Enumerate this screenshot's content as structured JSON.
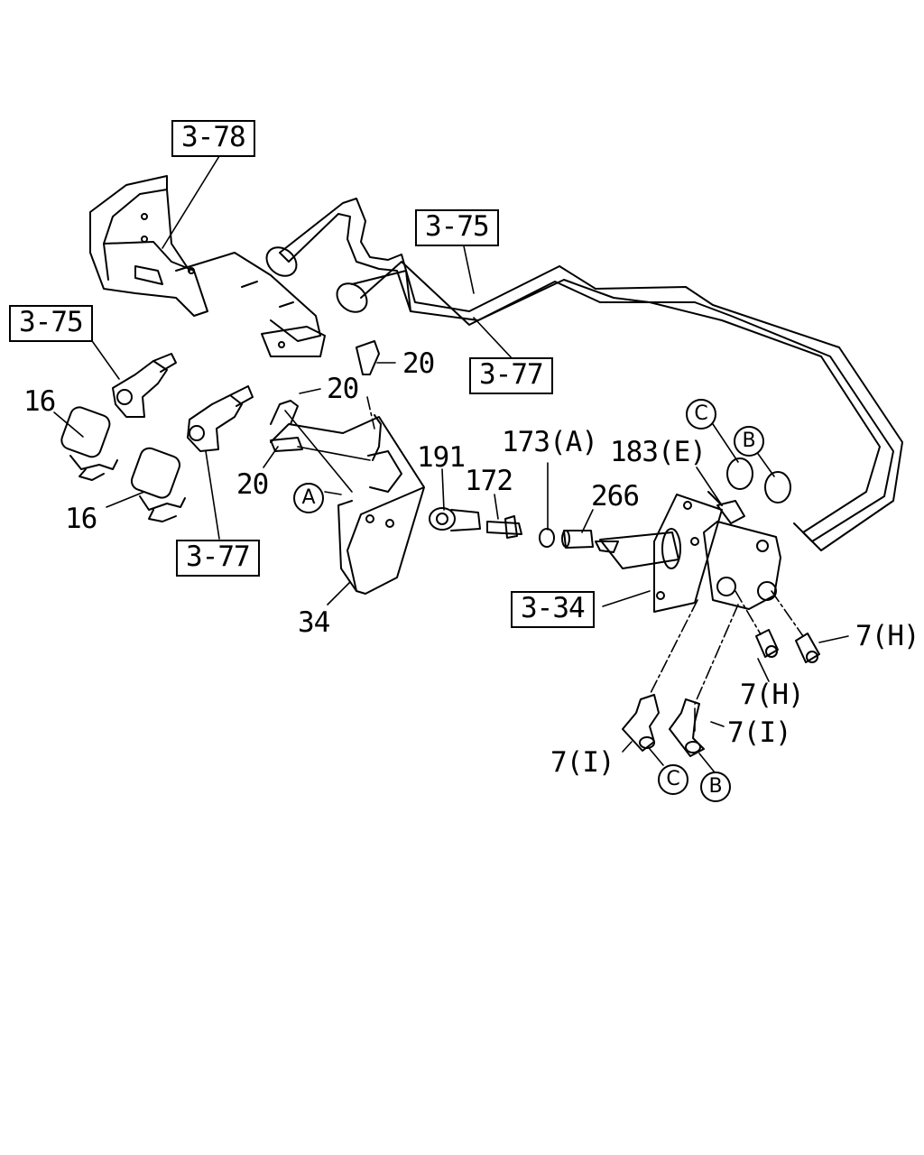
{
  "diagram": {
    "ref_boxes": {
      "r378": "3-78",
      "r375_top": "3-75",
      "r375_left": "3-75",
      "r377_mid": "3-77",
      "r377_bottom": "3-77",
      "r334": "3-34"
    },
    "part_labels": {
      "p16_a": "16",
      "p16_b": "16",
      "p20_a": "20",
      "p20_b": "20",
      "p20_c": "20",
      "p34": "34",
      "p191": "191",
      "p172": "172",
      "p173": "173(A)",
      "p266": "266",
      "p183": "183(E)",
      "p7h_right": "7(H)",
      "p7h_mid": "7(H)",
      "p7i_right": "7(I)",
      "p7i_left": "7(I)"
    },
    "circle_marks": {
      "a": "A",
      "b_top": "B",
      "c_top": "C",
      "b_bottom": "B",
      "c_bottom": "C"
    }
  }
}
